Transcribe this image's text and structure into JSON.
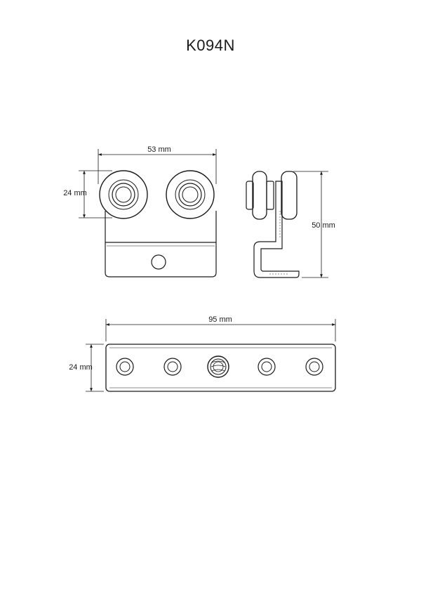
{
  "title": "K094N",
  "front_view": {
    "width_label": "53 mm",
    "height_label": "24 mm"
  },
  "side_view": {
    "height_label": "50 mm"
  },
  "bottom_view": {
    "width_label": "95 mm",
    "height_label": "24 mm"
  },
  "colors": {
    "line": "#1a1a1a",
    "background": "#ffffff"
  }
}
